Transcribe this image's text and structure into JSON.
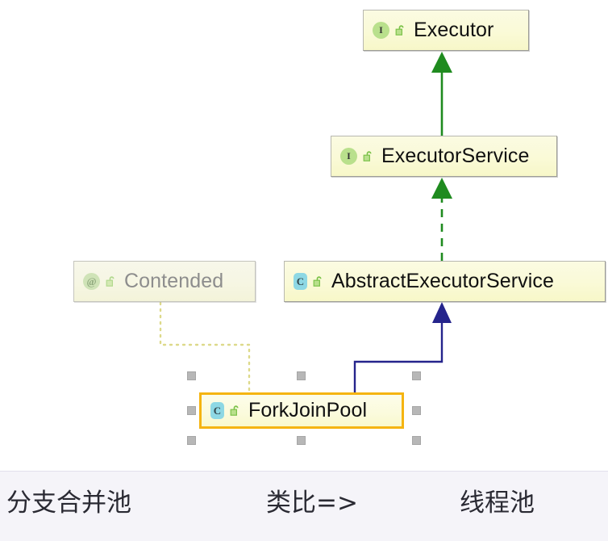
{
  "diagram": {
    "nodes": [
      {
        "id": "executor",
        "label": "Executor",
        "stereotype": "interface",
        "type_icon": "interface-icon",
        "type_glyph": "I",
        "visibility_icon": "public-unlocked-padlock-icon",
        "state": "normal"
      },
      {
        "id": "executorservice",
        "label": "ExecutorService",
        "stereotype": "interface",
        "type_icon": "interface-icon",
        "type_glyph": "I",
        "visibility_icon": "public-unlocked-padlock-icon",
        "state": "normal"
      },
      {
        "id": "abstractexecutorservice",
        "label": "AbstractExecutorService",
        "stereotype": "class",
        "type_icon": "class-icon",
        "type_glyph": "C",
        "visibility_icon": "public-unlocked-padlock-icon",
        "state": "normal"
      },
      {
        "id": "contended",
        "label": "Contended",
        "stereotype": "annotation",
        "type_icon": "annotation-icon",
        "type_glyph": "@",
        "visibility_icon": "public-unlocked-padlock-icon",
        "state": "faded"
      },
      {
        "id": "forkjoinpool",
        "label": "ForkJoinPool",
        "stereotype": "class",
        "type_icon": "class-icon",
        "type_glyph": "C",
        "visibility_icon": "public-unlocked-padlock-icon",
        "state": "selected"
      }
    ],
    "edges": [
      {
        "id": "executorservice-to-executor",
        "from": "executorservice",
        "to": "executor",
        "style": "solid",
        "arrow": "filled-triangle",
        "color": "#1f8b1f",
        "relation": "generalization"
      },
      {
        "id": "abstractexecutorservice-to-executorservice",
        "from": "abstractexecutorservice",
        "to": "executorservice",
        "style": "dashed",
        "arrow": "filled-triangle",
        "color": "#1f8b1f",
        "relation": "realization"
      },
      {
        "id": "forkjoinpool-to-abstractexecutorservice",
        "from": "forkjoinpool",
        "to": "abstractexecutorservice",
        "style": "solid-elbow",
        "arrow": "filled-triangle",
        "color": "#25248c",
        "relation": "generalization"
      },
      {
        "id": "contended-to-forkjoinpool",
        "from": "contended",
        "to": "forkjoinpool",
        "style": "dotted-elbow",
        "arrow": "none",
        "color": "#ddd98a",
        "relation": "annotation-usage"
      }
    ],
    "selection": {
      "target": "forkjoinpool",
      "handle_count": 8,
      "handle_color": "#b7b7b7",
      "border_color": "#f5b411"
    },
    "colors": {
      "node_fill": "#fafad7",
      "node_border": "#b8b8b0",
      "interface_icon": "#b9e08c",
      "class_icon": "#8ed8e4",
      "annotation_icon": "#b9dd93",
      "inherit_green": "#1f8b1f",
      "inherit_blue": "#25248c",
      "annotation_dotted": "#ddd98a",
      "canvas": "#ffffff",
      "footer": "#f5f4f9"
    }
  },
  "footer": {
    "notes": [
      "分支合并池",
      "类比=>",
      "线程池"
    ]
  }
}
